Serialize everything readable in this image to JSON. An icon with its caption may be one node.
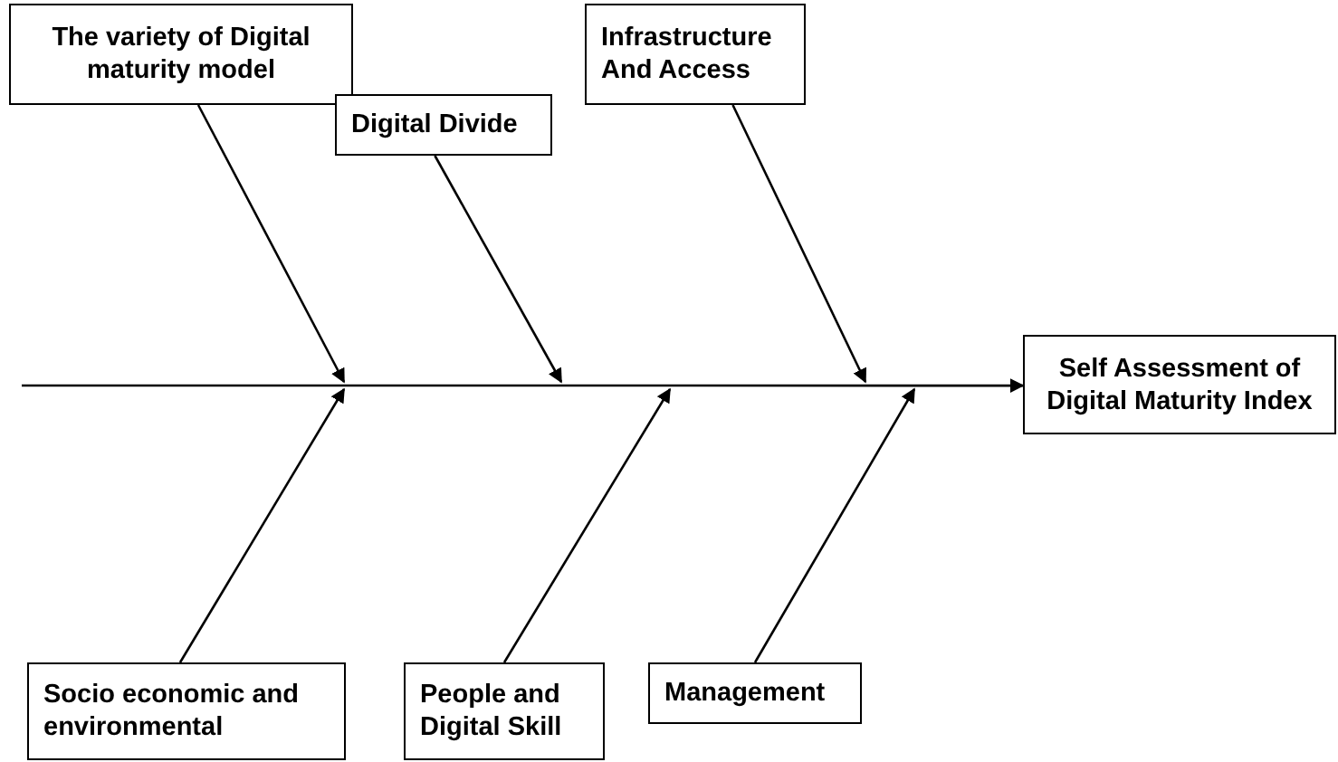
{
  "diagram": {
    "nodes": [
      {
        "text": [
          "The variety of Digital maturity model"
        ]
      },
      {
        "text": [
          "Digital Divide"
        ]
      },
      {
        "text": [
          "Infrastructure And Access"
        ]
      },
      {
        "text": [
          "Self Assessment of Digital Maturity Index"
        ]
      },
      {
        "text": [
          "Socio economic and environmental"
        ]
      },
      {
        "text": [
          "People and Digital Skill"
        ]
      },
      {
        "text": [
          "Management"
        ]
      }
    ],
    "edges": [
      {
        "from": null,
        "to": 3,
        "arrow": "to"
      },
      {
        "from": 0,
        "to": null,
        "arrow": "to"
      },
      {
        "from": 1,
        "to": null,
        "arrow": "to"
      },
      {
        "from": 2,
        "to": null,
        "arrow": "to"
      },
      {
        "from": 4,
        "to": null,
        "arrow": "to"
      },
      {
        "from": 5,
        "to": null,
        "arrow": "to"
      },
      {
        "from": 6,
        "to": null,
        "arrow": "to"
      }
    ]
  }
}
